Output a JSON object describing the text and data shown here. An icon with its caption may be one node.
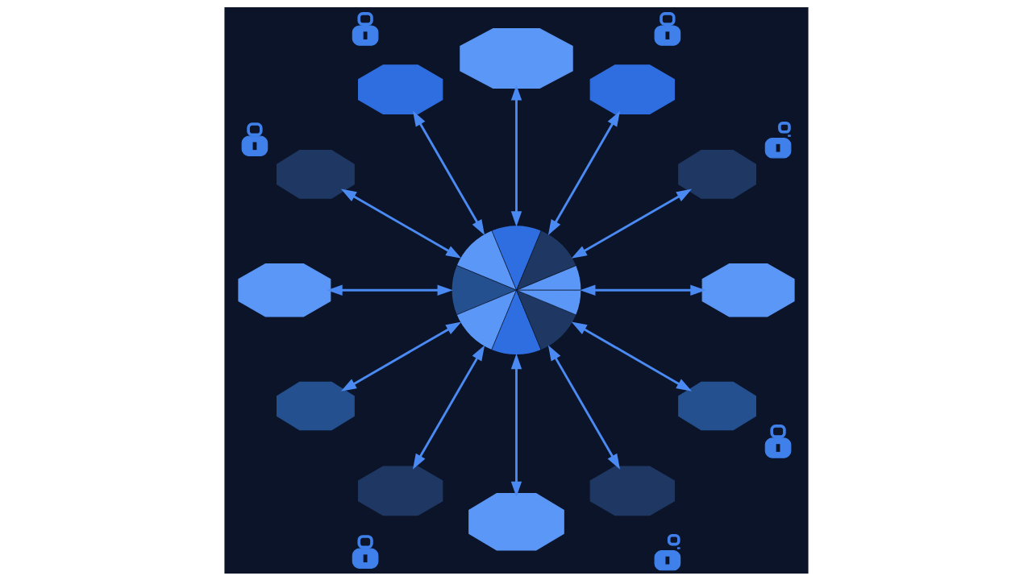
{
  "diagram": {
    "nodes": [
      {
        "text": [],
        "shape": "circle"
      },
      {
        "text": [],
        "shape": "box"
      },
      {
        "text": [],
        "shape": "box"
      },
      {
        "text": [],
        "shape": "box"
      },
      {
        "text": [],
        "shape": "box"
      },
      {
        "text": [],
        "shape": "box"
      },
      {
        "text": [],
        "shape": "box"
      },
      {
        "text": [],
        "shape": "box"
      },
      {
        "text": [],
        "shape": "box"
      },
      {
        "text": [],
        "shape": "box"
      },
      {
        "text": [],
        "shape": "box"
      },
      {
        "text": [],
        "shape": "box"
      },
      {
        "text": [],
        "shape": "box"
      },
      {
        "text": [],
        "shape": "lock"
      },
      {
        "text": [],
        "shape": "lock"
      },
      {
        "text": [],
        "shape": "lock"
      },
      {
        "text": [],
        "shape": "open-lock"
      },
      {
        "text": [],
        "shape": "lock"
      },
      {
        "text": [],
        "shape": "lock"
      },
      {
        "text": [],
        "shape": "open-lock"
      }
    ],
    "edges": [
      {
        "from": 0,
        "to": 1,
        "arrow": "both"
      },
      {
        "from": 0,
        "to": 2,
        "arrow": "both"
      },
      {
        "from": 0,
        "to": 3,
        "arrow": "both"
      },
      {
        "from": 0,
        "to": 4,
        "arrow": "both"
      },
      {
        "from": 0,
        "to": 5,
        "arrow": "both"
      },
      {
        "from": 0,
        "to": 6,
        "arrow": "both"
      },
      {
        "from": 0,
        "to": 7,
        "arrow": "both"
      },
      {
        "from": 0,
        "to": 8,
        "arrow": "both"
      },
      {
        "from": 0,
        "to": 9,
        "arrow": "both"
      },
      {
        "from": 0,
        "to": 10,
        "arrow": "both"
      },
      {
        "from": 0,
        "to": 11,
        "arrow": "both"
      },
      {
        "from": 0,
        "to": 12,
        "arrow": "both"
      }
    ]
  }
}
